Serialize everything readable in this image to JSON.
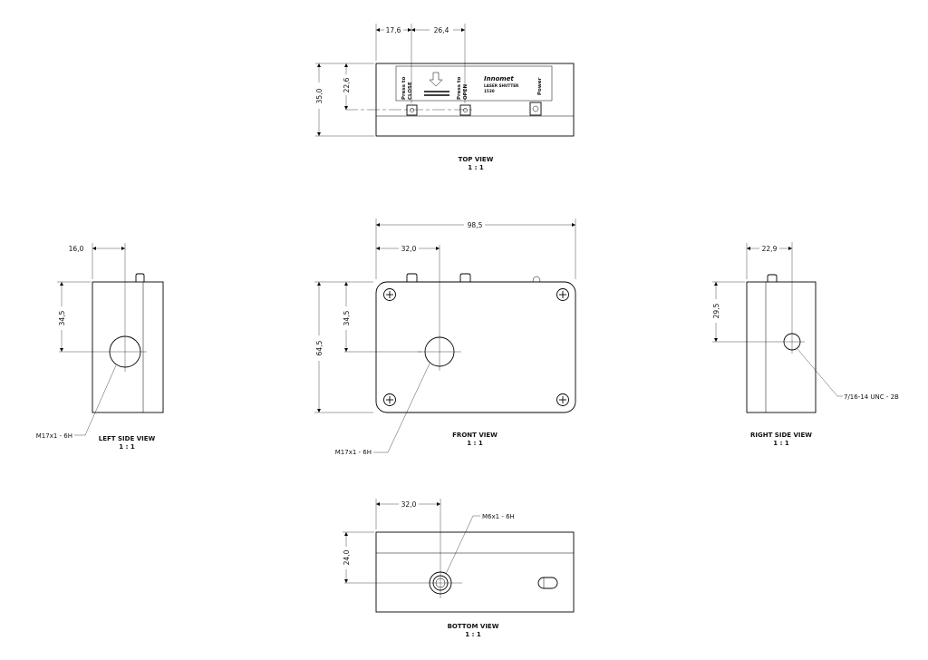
{
  "views": {
    "top": {
      "title": "TOP VIEW",
      "scale": "1 : 1"
    },
    "front": {
      "title": "FRONT VIEW",
      "scale": "1 : 1"
    },
    "left": {
      "title": "LEFT SIDE VIEW",
      "scale": "1 : 1"
    },
    "right": {
      "title": "RIGHT SIDE VIEW",
      "scale": "1 : 1"
    },
    "bottom": {
      "title": "BOTTOM VIEW",
      "scale": "1 : 1"
    }
  },
  "dimensions": {
    "top_17_6": "17,6",
    "top_26_4": "26,4",
    "top_35_0": "35,0",
    "top_22_6": "22,6",
    "front_98_5": "98,5",
    "front_32_0": "32,0",
    "front_64_5": "64,5",
    "front_34_5": "34,5",
    "left_16_0": "16,0",
    "left_34_5": "34,5",
    "right_22_9": "22,9",
    "right_29_5": "29,5",
    "bottom_32_0": "32,0",
    "bottom_24_0": "24,0"
  },
  "callouts": {
    "front_thread": "M17x1 - 6H",
    "left_thread": "M17x1 - 6H",
    "right_thread": "7/16-14 UNC - 2B",
    "bottom_thread": "M6x1 - 6H"
  },
  "panel_labels": {
    "press_close_1": "Press to",
    "press_close_2": "CLOSE",
    "press_open_1": "Press to",
    "press_open_2": "OPEN",
    "logo": "Innomet",
    "model_1": "LASER SHUTTER",
    "model_2": "1530",
    "power": "Power"
  }
}
